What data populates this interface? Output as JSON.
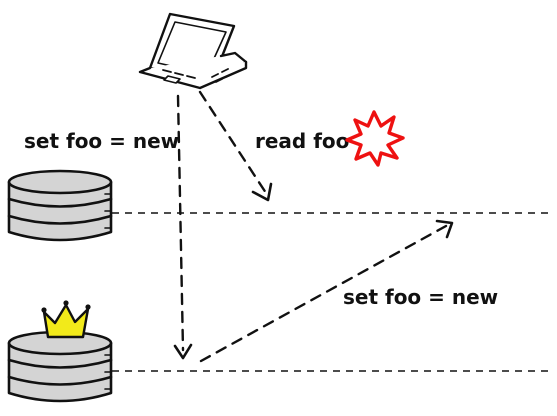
{
  "labels": {
    "write_to_leader": "set foo = new",
    "read_from_follower": "read foo",
    "replicate_to_follower": "set foo = new"
  },
  "icons": {
    "client": "laptop-icon",
    "error": "error-burst-icon",
    "leader_marker": "crown-icon",
    "database": "database-icon"
  },
  "colors": {
    "ink": "#111111",
    "disk_fill": "#d4d4d4",
    "crown_fill": "#f2ea1a",
    "error_red": "#ee1111"
  }
}
